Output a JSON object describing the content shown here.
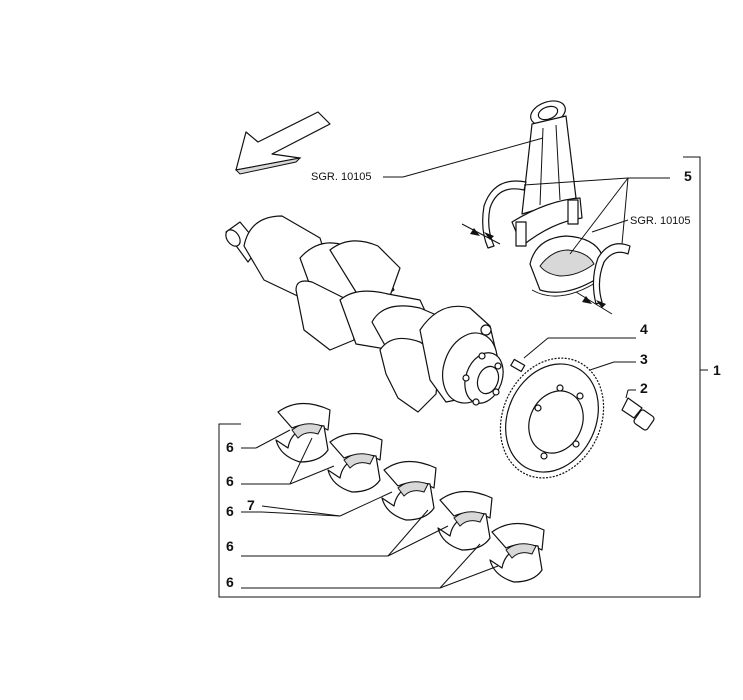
{
  "refs": {
    "conrod_ref": "SGR. 10105",
    "bushing_ref": "SGR. 10105"
  },
  "callouts": {
    "assembly": "1",
    "bolt": "2",
    "flywheel_ring": "3",
    "dowel": "4",
    "conrod_bearings": "5",
    "bearing_a": "6",
    "bearing_b": "6",
    "thrust_bearing": "7",
    "bearing_c": "6",
    "bearing_d": "6",
    "bearing_e": "6"
  }
}
